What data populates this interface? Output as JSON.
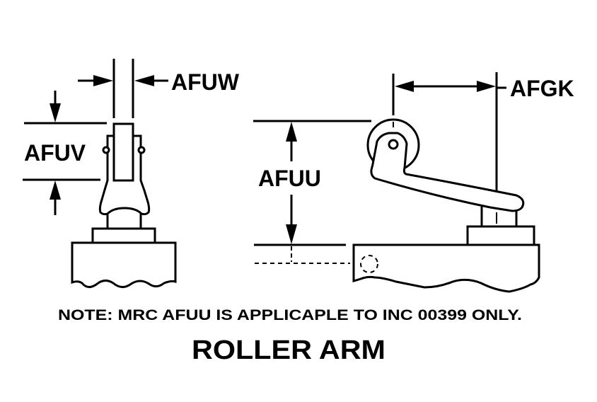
{
  "diagram": {
    "title": "ROLLER ARM",
    "note": "NOTE: MRC AFUU IS APPLICAPLE TO INC 00399 ONLY.",
    "dimensions": {
      "width_label": "AFUW",
      "height_label_side": "AFUV",
      "height_label_front": "AFUU",
      "offset_label": "AFGK"
    },
    "colors": {
      "line": "#000000",
      "background": "#ffffff"
    }
  }
}
